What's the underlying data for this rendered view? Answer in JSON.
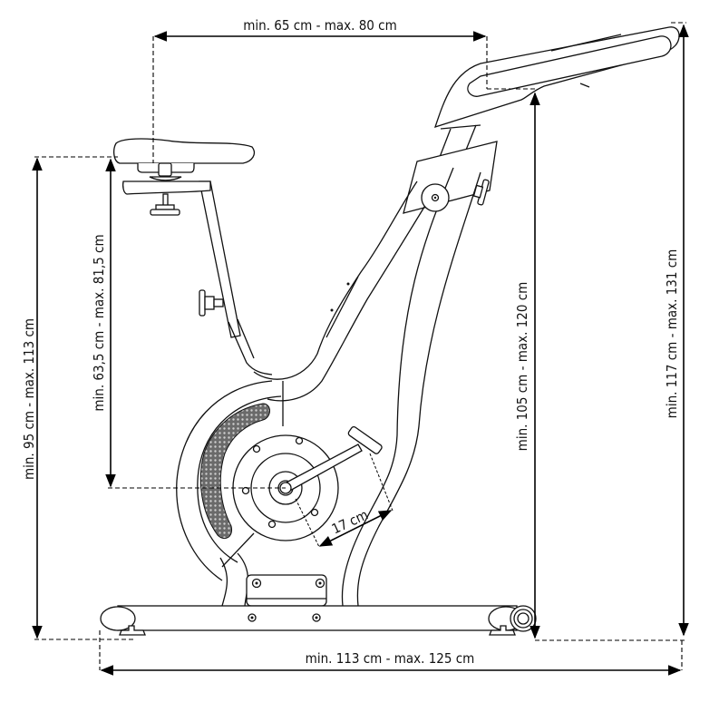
{
  "diagram": {
    "subject": "Exercise bike side view with dimensions",
    "colors": {
      "line": "#111111",
      "background": "#ffffff",
      "grille": "#555555"
    },
    "dimensions": {
      "saddle_to_handlebar_horizontal": "min. 65 cm - max. 80 cm",
      "overall_length": "min. 113 cm - max. 125 cm",
      "saddle_height_total": "min. 95 cm - max. 113 cm",
      "saddle_to_crank_axis": "min. 63,5 cm - max. 81,5 cm",
      "handlebar_inner_height": "min. 105 cm - max. 120 cm",
      "handlebar_top_height": "min. 117 cm - max. 131 cm",
      "crank_length": "17 cm"
    },
    "parts": [
      "saddle",
      "seat-post",
      "seat-adjust-knob",
      "handlebar",
      "handlebar-post",
      "frame",
      "flywheel-cover",
      "ventilation-grille",
      "crank-arm",
      "pedal",
      "base-rail",
      "front-foot",
      "rear-foot",
      "transport-wheel"
    ]
  }
}
